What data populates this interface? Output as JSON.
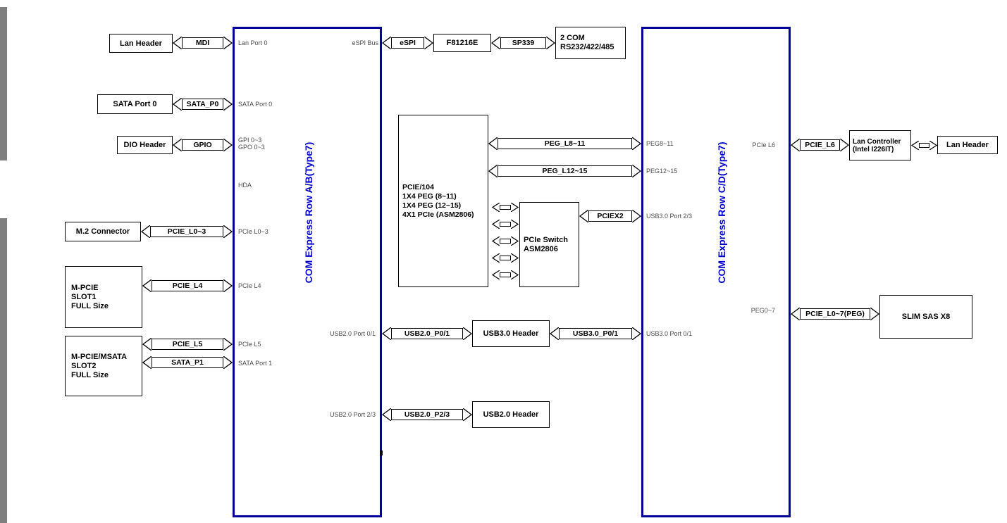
{
  "com_ab": {
    "title": "COM Express Row A/B(Type7)",
    "pins": {
      "lan_port0": "Lan Port 0",
      "sata_port0": "SATA Port 0",
      "gpi": "GPI 0~3",
      "gpo": "GPO 0~3",
      "hda": "HDA",
      "pcie_l0_3": "PCIe L0~3",
      "pcie_l4": "PCIe L4",
      "pcie_l5": "PCIe L5",
      "sata_port1": "SATA Port 1",
      "espi_bus": "eSPI Bus",
      "usb2_port_01": "USB2.0 Port 0/1",
      "usb2_port_23": "USB2.0 Port 2/3"
    }
  },
  "com_cd": {
    "title": "COM Express Row C/D(Type7)",
    "pins": {
      "peg8_11": "PEG8~11",
      "peg12_15": "PEG12~15",
      "usb3_port_23": "USB3.0 Port 2/3",
      "usb3_port_01": "USB3.0 Port 0/1",
      "pcie_l6": "PCIe L6",
      "peg0_7": "PEG0~7"
    }
  },
  "boxes": {
    "lan_header_left": "Lan Header",
    "sata_port0": "SATA Port 0",
    "dio_header": "DIO Header",
    "m2_connector": "M.2 Connector",
    "mpcie_slot1": [
      "M-PCIE",
      "SLOT1",
      "FULL Size"
    ],
    "mpcie_slot2": [
      "M-PCIE/MSATA",
      "SLOT2",
      "FULL Size"
    ],
    "f81216e": "F81216E",
    "com_2": [
      "2 COM",
      "RS232/422/485"
    ],
    "pcie104": [
      "PCIE/104",
      "1X4 PEG (8~11)",
      "1X4 PEG (12~15)",
      "4X1 PCIe (ASM2806)"
    ],
    "pcie_switch": [
      "PCIe Switch",
      "ASM2806"
    ],
    "usb3_header": "USB3.0 Header",
    "usb2_header": "USB2.0 Header",
    "lan_controller": [
      "Lan Controller",
      "(Intel I226IT)"
    ],
    "lan_header_right": "Lan Header",
    "slim_sas": "SLIM SAS X8"
  },
  "arrows": {
    "mdi": "MDI",
    "sata_p0": "SATA_P0",
    "gpio": "GPIO",
    "pcie_l0_3": "PCIE_L0~3",
    "pcie_l4": "PCIE_L4",
    "pcie_l5": "PCIE_L5",
    "sata_p1": "SATA_P1",
    "espi": "eSPI",
    "sp339": "SP339",
    "peg_l8_11": "PEG_L8~11",
    "peg_l12_15": "PEG_L12~15",
    "pciex2": "PCIEX2",
    "usb2_p01": "USB2.0_P0/1",
    "usb3_p01": "USB3.0_P0/1",
    "usb2_p23": "USB2.0_P2/3",
    "pcie_l6": "PCIE_L6",
    "pcie_l0_7_peg": "PCIE_L0~7(PEG)"
  },
  "colors": {
    "com_border": "#000099",
    "com_title": "#0000cc"
  }
}
